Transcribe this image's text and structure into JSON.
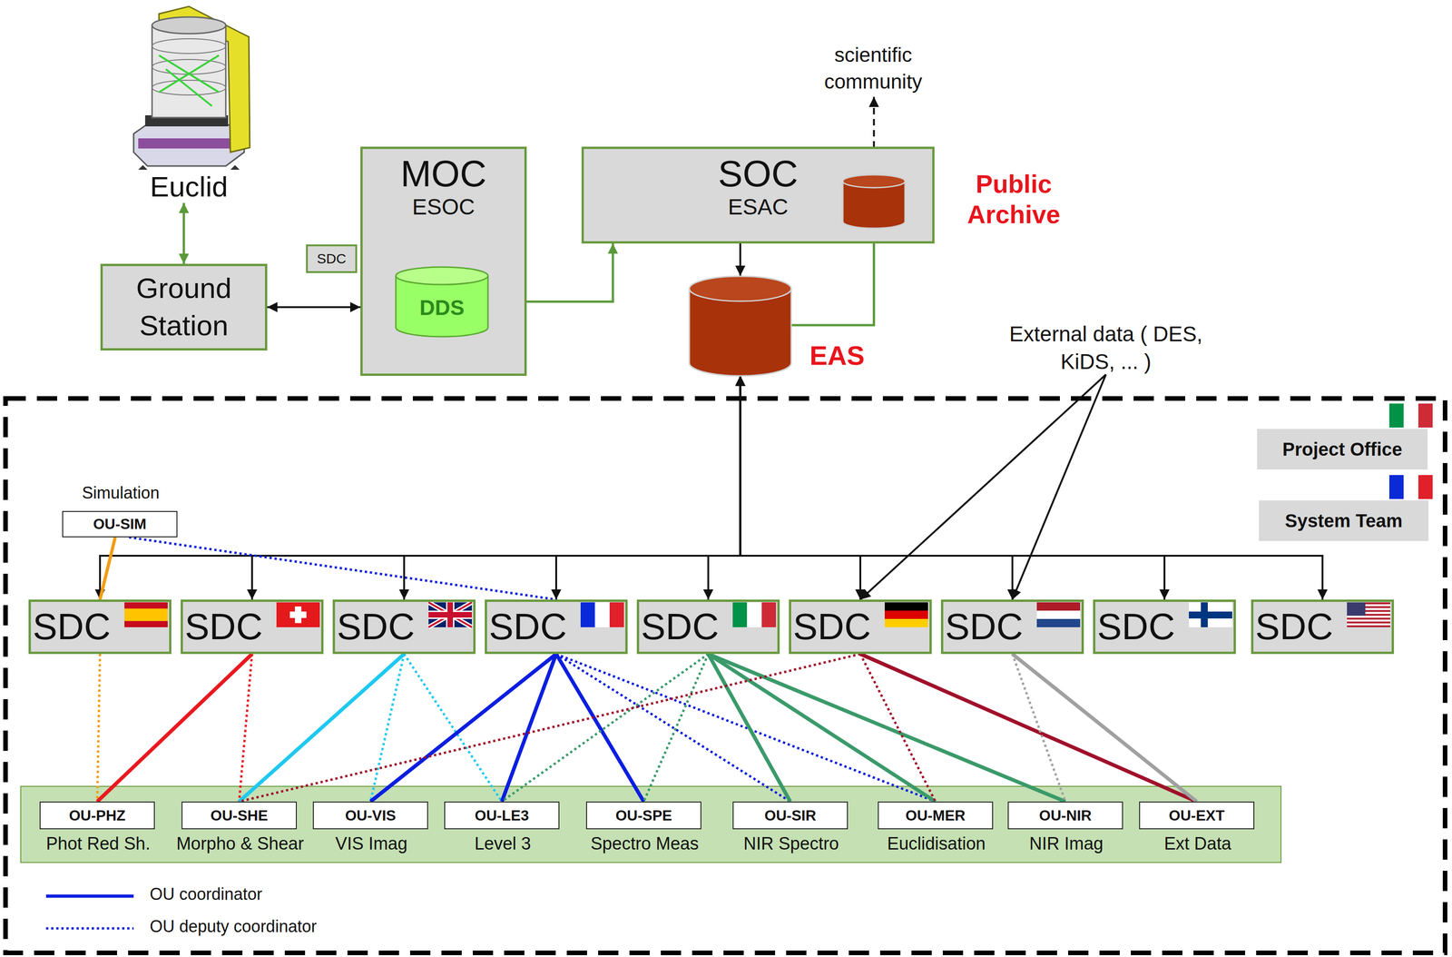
{
  "diagram": {
    "nodes": [
      {
        "text": [
          "Euclid"
        ]
      },
      {
        "text": [
          "Ground Station"
        ]
      },
      {
        "text": [
          "MOC",
          "ESOC"
        ]
      },
      {
        "text": [
          "DDS"
        ],
        "in": 2
      },
      {
        "text": [
          "SDC"
        ]
      },
      {
        "text": [
          "SOC",
          "ESAC"
        ]
      },
      {
        "text": [
          "Public Archive"
        ],
        "in": 5
      },
      {
        "text": [
          "scientific community"
        ]
      },
      {
        "text": [
          "EAS"
        ]
      },
      {
        "text": [
          "External data ( DES, KiDS, ... )"
        ]
      },
      {
        "text": [
          "Project Office"
        ]
      },
      {
        "text": [
          "System Team"
        ]
      },
      {
        "text": [
          "Simulation",
          "OU-SIM"
        ]
      },
      {
        "text": [
          "SDC"
        ]
      },
      {
        "text": [
          "SDC"
        ]
      },
      {
        "text": [
          "SDC"
        ]
      },
      {
        "text": [
          "SDC"
        ]
      },
      {
        "text": [
          "SDC"
        ]
      },
      {
        "text": [
          "SDC"
        ]
      },
      {
        "text": [
          "SDC"
        ]
      },
      {
        "text": [
          "SDC"
        ]
      },
      {
        "text": [
          "SDC"
        ]
      },
      {
        "text": [
          "OU-PHZ",
          "Phot Red Sh."
        ]
      },
      {
        "text": [
          "OU-SHE",
          "Morpho & Shear"
        ]
      },
      {
        "text": [
          "OU-VIS",
          "VIS Imag"
        ]
      },
      {
        "text": [
          "OU-LE3",
          "Level 3"
        ]
      },
      {
        "text": [
          "OU-SPE",
          "Spectro Meas"
        ]
      },
      {
        "text": [
          "OU-SIR",
          "NIR Spectro"
        ]
      },
      {
        "text": [
          "OU-MER",
          "Euclidisation"
        ]
      },
      {
        "text": [
          "OU-NIR",
          "NIR Imag"
        ]
      },
      {
        "text": [
          "OU-EXT",
          "Ext Data"
        ]
      }
    ],
    "edges": [
      {
        "from": 0,
        "to": 1,
        "arrow": "both"
      },
      {
        "from": 1,
        "to": 2,
        "arrow": "both"
      },
      {
        "from": 3,
        "to": 5,
        "arrow": "to"
      },
      {
        "from": 5,
        "to": 8,
        "arrow": "to"
      },
      {
        "from": 8,
        "to": 6,
        "arrow": "to"
      },
      {
        "from": 7,
        "to": 6,
        "arrow": "both"
      },
      {
        "from": 8,
        "to": 13,
        "arrow": "both"
      },
      {
        "from": 8,
        "to": 14,
        "arrow": "both"
      },
      {
        "from": 8,
        "to": 15,
        "arrow": "both"
      },
      {
        "from": 8,
        "to": 16,
        "arrow": "both"
      },
      {
        "from": 8,
        "to": 17,
        "arrow": "both"
      },
      {
        "from": 8,
        "to": 18,
        "arrow": "both"
      },
      {
        "from": 8,
        "to": 19,
        "arrow": "both"
      },
      {
        "from": 8,
        "to": 20,
        "arrow": "both"
      },
      {
        "from": 8,
        "to": 21,
        "arrow": "both"
      },
      {
        "from": 9,
        "to": 18,
        "arrow": "to"
      },
      {
        "from": 9,
        "to": 19,
        "arrow": "to"
      },
      {
        "from": 12,
        "to": 13,
        "arrow": "none"
      },
      {
        "from": 12,
        "to": 16,
        "arrow": "none"
      },
      {
        "from": 13,
        "to": 22,
        "arrow": "none"
      },
      {
        "from": 14,
        "to": 22,
        "arrow": "none"
      },
      {
        "from": 14,
        "to": 23,
        "arrow": "none"
      },
      {
        "from": 15,
        "to": 23,
        "arrow": "none"
      },
      {
        "from": 15,
        "to": 24,
        "arrow": "none"
      },
      {
        "from": 15,
        "to": 25,
        "arrow": "none"
      },
      {
        "from": 16,
        "to": 24,
        "arrow": "none"
      },
      {
        "from": 16,
        "to": 25,
        "arrow": "none"
      },
      {
        "from": 16,
        "to": 26,
        "arrow": "none"
      },
      {
        "from": 16,
        "to": 27,
        "arrow": "none"
      },
      {
        "from": 16,
        "to": 28,
        "arrow": "none"
      },
      {
        "from": 17,
        "to": 25,
        "arrow": "none"
      },
      {
        "from": 17,
        "to": 26,
        "arrow": "none"
      },
      {
        "from": 17,
        "to": 27,
        "arrow": "none"
      },
      {
        "from": 17,
        "to": 28,
        "arrow": "none"
      },
      {
        "from": 17,
        "to": 29,
        "arrow": "none"
      },
      {
        "from": 18,
        "to": 23,
        "arrow": "none"
      },
      {
        "from": 18,
        "to": 28,
        "arrow": "none"
      },
      {
        "from": 18,
        "to": 30,
        "arrow": "none"
      },
      {
        "from": 19,
        "to": 29,
        "arrow": "none"
      },
      {
        "from": 19,
        "to": 30,
        "arrow": "none"
      }
    ],
    "legend": [
      {
        "text": "OU coordinator"
      },
      {
        "text": "OU deputy coordinator"
      }
    ]
  }
}
